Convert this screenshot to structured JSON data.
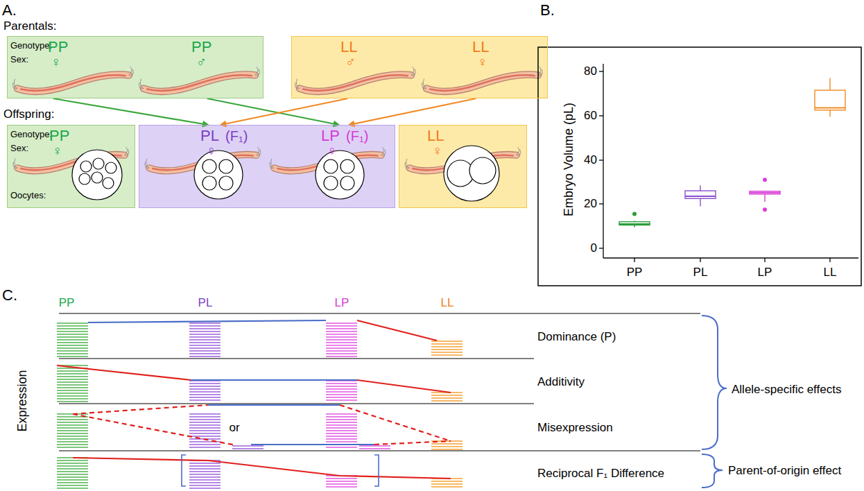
{
  "diagram": {
    "nodes": [
      {
        "text": [
          "Genotype:",
          "Sex:",
          "PP",
          "♀",
          "PP",
          "♂"
        ]
      },
      {
        "text": [
          "LL",
          "♂",
          "LL",
          "♀"
        ]
      },
      {
        "text": [
          "Genotype:",
          "Sex:",
          "PP",
          "♀",
          "Oocytes:"
        ]
      },
      {
        "text": [
          "PL",
          "(F₁)",
          "♀",
          "LP",
          "(F₁)",
          "♀"
        ]
      },
      {
        "text": [
          "LL",
          "♀"
        ]
      }
    ],
    "edges": [
      {
        "from": 0,
        "to": 3,
        "arrow": "to"
      },
      {
        "from": 0,
        "to": 3,
        "arrow": "to"
      },
      {
        "from": 1,
        "to": 3,
        "arrow": "to"
      },
      {
        "from": 1,
        "to": 3,
        "arrow": "to"
      }
    ],
    "labels": [
      "A.",
      "Parentals:",
      "Offspring:",
      "B.",
      "80",
      "60",
      "40",
      "20",
      "0",
      "Embryo Volume (pL)",
      "PP",
      "PL",
      "LP",
      "LL",
      "C.",
      "PP",
      "PL",
      "LP",
      "LL",
      "Expression",
      "Dominance (P)",
      "Additivity",
      "Misexpression",
      "or",
      "Reciprocal F₁ Difference",
      "Allele-specific effects",
      "Parent-of-origin effect"
    ]
  }
}
